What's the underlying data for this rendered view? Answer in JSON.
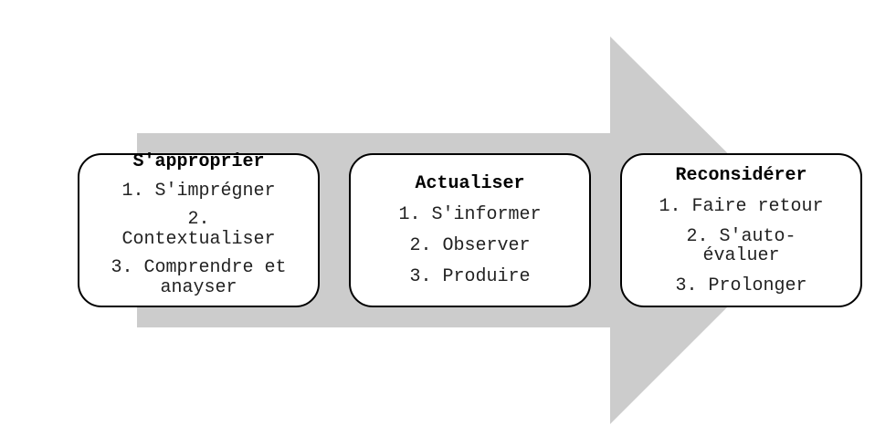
{
  "diagram": {
    "arrow_color": "#cccccc",
    "stages": [
      {
        "title": "S'approprier",
        "items": [
          "1. S'imprégner",
          "2. Contextualiser",
          "3. Comprendre et anayser"
        ]
      },
      {
        "title": "Actualiser",
        "items": [
          "1. S'informer",
          "2. Observer",
          "3. Produire"
        ]
      },
      {
        "title": "Reconsidérer",
        "items": [
          "1. Faire retour",
          "2. S'auto-évaluer",
          "3. Prolonger"
        ]
      }
    ]
  }
}
